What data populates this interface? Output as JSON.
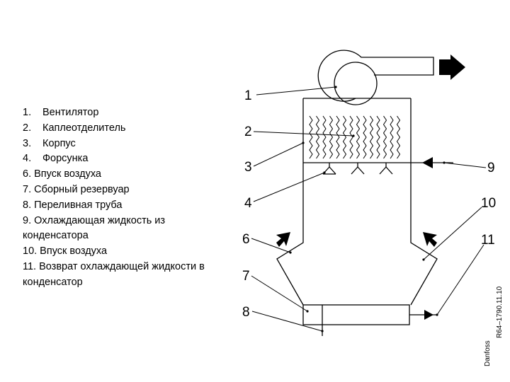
{
  "legend": [
    {
      "num": "1.",
      "text": "Вентилятор"
    },
    {
      "num": "2.",
      "text": "Каплеотделитель"
    },
    {
      "num": "3.",
      "text": "Корпус"
    },
    {
      "num": "4.",
      "text": "Форсунка"
    },
    {
      "num": "",
      "text": "6. Впуск воздуха"
    },
    {
      "num": "",
      "text": "7. Сборный резервуар"
    },
    {
      "num": "",
      "text": "8. Переливная труба"
    },
    {
      "num": "",
      "text": "9. Охлаждающая жидкость из конденсатора"
    },
    {
      "num": "",
      "text": "10. Впуск воздуха"
    },
    {
      "num": "",
      "text": "11. Возврат охлаждающей жидкости в конденсатор"
    }
  ],
  "diagram": {
    "labels": {
      "l1": "1",
      "l2": "2",
      "l3": "3",
      "l4": "4",
      "l6": "6",
      "l7": "7",
      "l8": "8",
      "l9": "9",
      "l10": "10",
      "l11": "11"
    },
    "stamp_line1": "R64–1790.11.10",
    "stamp_line2": "Danfoss"
  }
}
